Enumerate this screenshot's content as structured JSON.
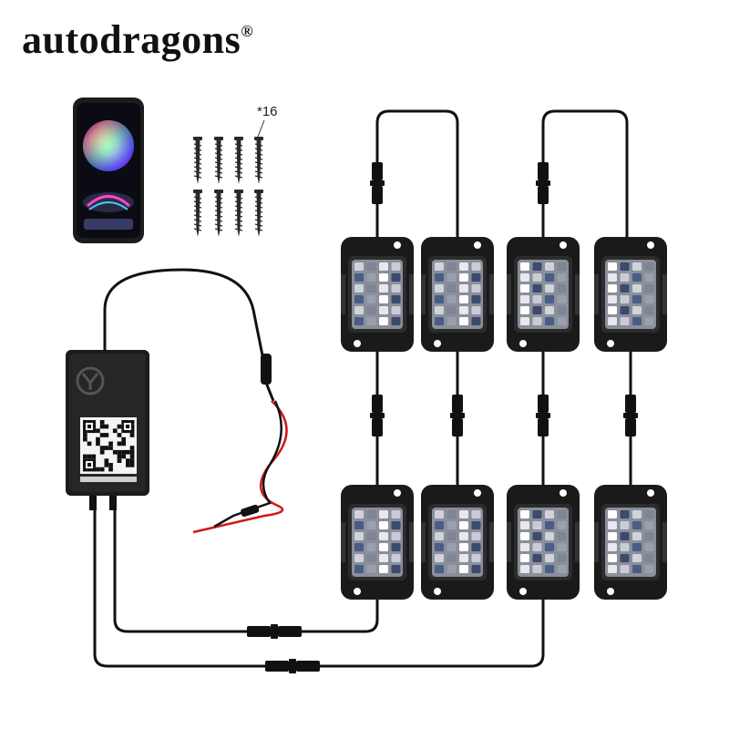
{
  "brand": {
    "name": "autodragons",
    "mark": "®"
  },
  "screws": {
    "quantity_label": "*16"
  },
  "kit": {
    "pod_count": 8,
    "screw_icons_shown": 8
  },
  "colors": {
    "wire": "#111111",
    "red_wire": "#d01818",
    "housing": "#1a1a1a",
    "led_panel": "#8a8f99"
  }
}
